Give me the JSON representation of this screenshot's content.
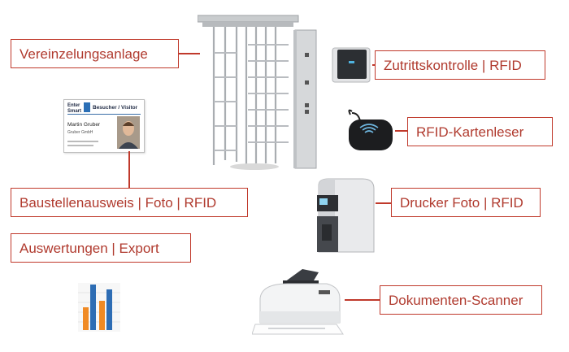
{
  "labels": {
    "vereinzelung": "Vereinzelungsanlage",
    "zutritt": "Zutrittskontrolle | RFID",
    "kartenleser": "RFID-Kartenleser",
    "baustellen": "Baustellenausweis | Foto | RFID",
    "drucker": "Drucker Foto | RFID",
    "auswertungen": "Auswertungen | Export",
    "scanner": "Dokumenten-Scanner"
  },
  "badge": {
    "brand_line1": "Enter",
    "brand_line2": "Smart",
    "title": "Besucher / Visitor",
    "person_name": "Martin Gruber",
    "company": "Gruber GmbH"
  },
  "colors": {
    "accent": "#c0392b",
    "bar_blue": "#2e6db4",
    "bar_orange": "#f08a24"
  },
  "icons": [
    "turnstile-icon",
    "rfid-terminal-icon",
    "rfid-card-reader-icon",
    "badge-printer-icon",
    "document-scanner-icon",
    "bar-chart-icon"
  ]
}
